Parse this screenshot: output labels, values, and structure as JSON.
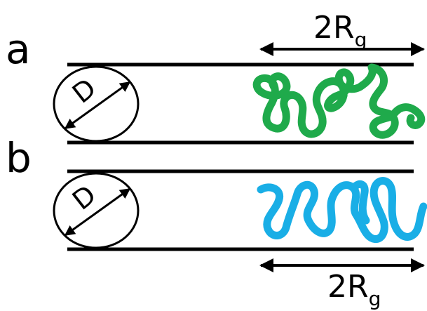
{
  "panels": {
    "a": {
      "label": "a",
      "diameter_label": "D",
      "size_label": {
        "main": "2R",
        "sub": "g"
      },
      "chain_color": "#1faa4b"
    },
    "b": {
      "label": "b",
      "diameter_label": "D",
      "size_label": {
        "main": "2R",
        "sub": "g"
      },
      "chain_color": "#19aee6"
    }
  }
}
